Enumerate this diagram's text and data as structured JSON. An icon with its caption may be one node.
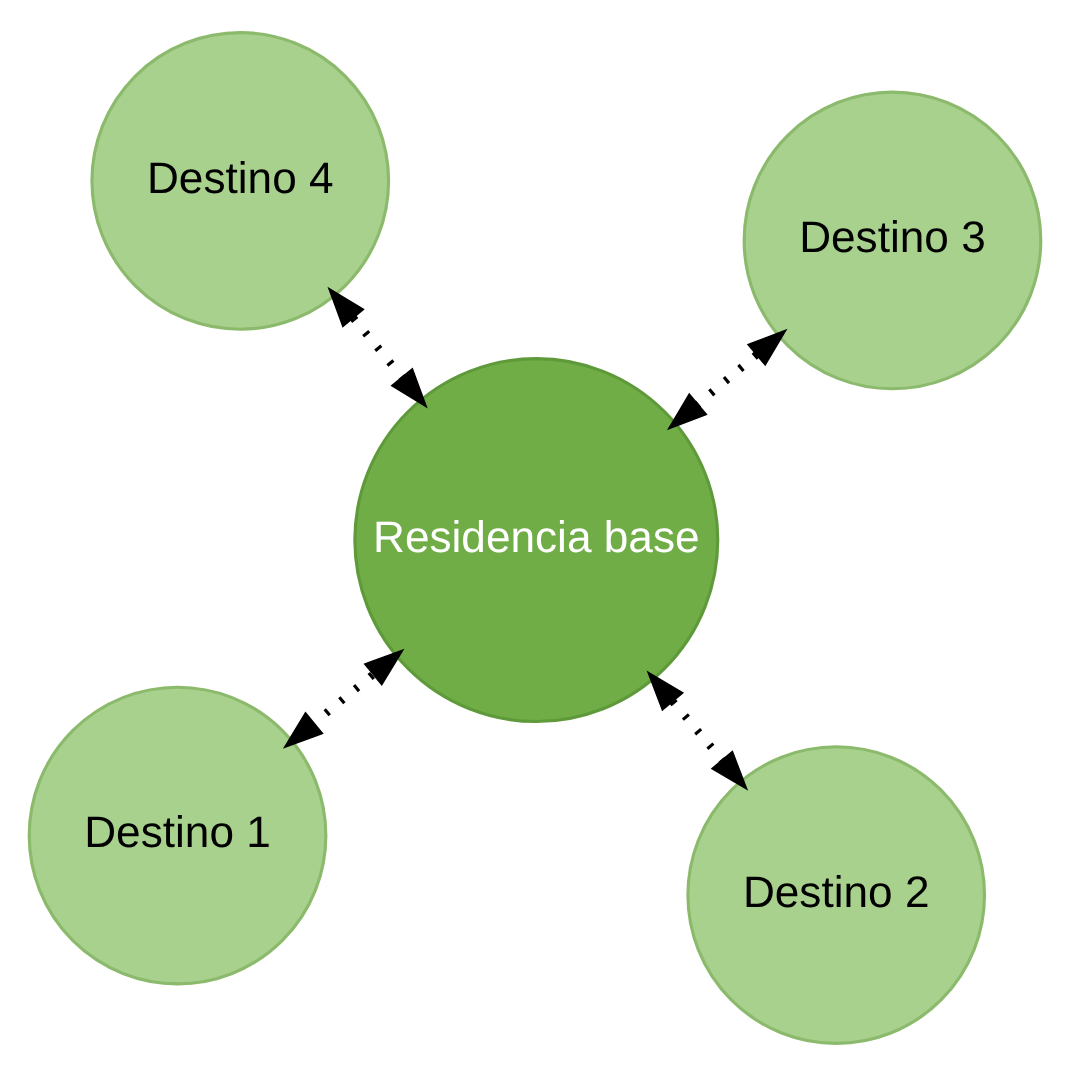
{
  "diagram": {
    "nodes": [
      {
        "text": [
          "Destino 1"
        ]
      },
      {
        "text": [
          "Destino 2"
        ]
      },
      {
        "text": [
          "Residencia base"
        ]
      },
      {
        "text": [
          "Destino 4"
        ]
      },
      {
        "text": [
          "Destino 3"
        ]
      }
    ],
    "edges": [
      {
        "from": 0,
        "to": 2,
        "arrow": "both"
      },
      {
        "from": 1,
        "to": 2,
        "arrow": "both"
      },
      {
        "from": 2,
        "to": 3,
        "arrow": "both"
      },
      {
        "from": 2,
        "to": 4,
        "arrow": "both"
      }
    ]
  }
}
